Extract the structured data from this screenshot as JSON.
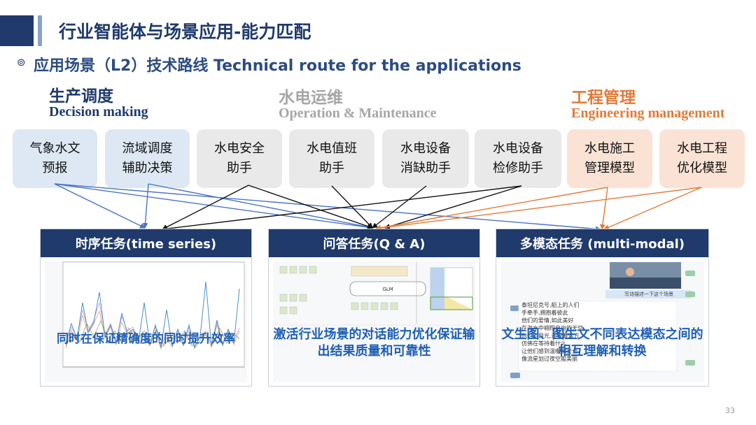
{
  "header": {
    "title": "行业智能体与场景应用-能力匹配",
    "subtitle": "应用场景（L2）技术路线 Technical route for the applications",
    "bullet_icon": "⊚"
  },
  "categories": [
    {
      "cn": "生产调度",
      "en": "Decision making",
      "color": "#1f3a6b"
    },
    {
      "cn": "水电运维",
      "en": "Operation & Maintenance",
      "color": "#a6a6a6"
    },
    {
      "cn": "工程管理",
      "en": "Engineering management",
      "color": "#e07b39"
    }
  ],
  "scenarios": [
    {
      "label": "气象水文\n预报",
      "group": "decision"
    },
    {
      "label": "流域调度\n辅助决策",
      "group": "decision"
    },
    {
      "label": "水电安全\n助手",
      "group": "maintenance"
    },
    {
      "label": "水电值班\n助手",
      "group": "maintenance"
    },
    {
      "label": "水电设备\n消缺助手",
      "group": "maintenance"
    },
    {
      "label": "水电设备\n检修助手",
      "group": "maintenance"
    },
    {
      "label": "水电施工\n管理模型",
      "group": "engineering"
    },
    {
      "label": "水电工程\n优化模型",
      "group": "engineering"
    }
  ],
  "colors": {
    "navy": "#1f3a6b",
    "arrow_blue": "#4a74c4",
    "arrow_black": "#111111",
    "arrow_orange": "#e07b39",
    "caption_blue": "#1f5fb4"
  },
  "tasks": [
    {
      "header": "时序任务(time series)",
      "caption": "同时在保证精确度的同时提升效率"
    },
    {
      "header": "问答任务(Q & A)",
      "caption": "激活行业场景的对话能力优化保证输出结果质量和可靠性"
    },
    {
      "header": "多模态任务 (multi-modal)",
      "caption": "文生图、图生文不同表达模态之间的相互理解和转换"
    }
  ],
  "illustrations": {
    "qa_module_label": "GLM",
    "mm_prompt": "写诗描述一下这个场景",
    "mm_poem": "泰坦尼克号,船上的人们\n手牵手,拥抱着彼此\n他们的爱情,如此美好\n在海水中翱翔自由的天空\n他们的目光,注视着远方\n仿佛在等待着什么\n让他们感到温暖和安全\n像流星划过夜空般美丽"
  },
  "page_number": "33"
}
